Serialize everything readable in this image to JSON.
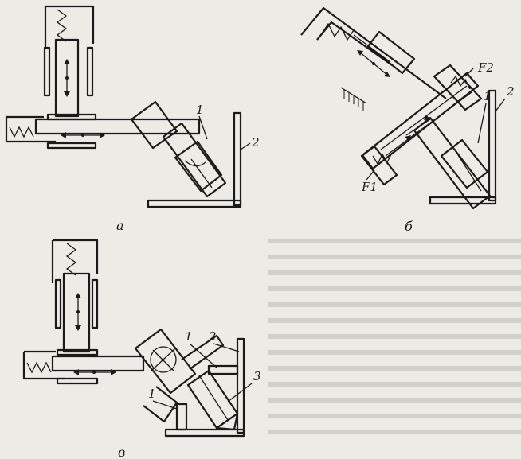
{
  "figure": {
    "panels": [
      {
        "id": "a",
        "caption": "а",
        "labels": [
          "1",
          "2"
        ]
      },
      {
        "id": "b",
        "caption": "б",
        "labels": [
          "1",
          "2",
          "F2",
          "F1"
        ]
      },
      {
        "id": "v",
        "caption": "в",
        "labels": [
          "1",
          "2",
          "3",
          "1"
        ]
      }
    ],
    "colors": {
      "ink": "#1a1a1a",
      "paper": "#ecebe6"
    }
  }
}
